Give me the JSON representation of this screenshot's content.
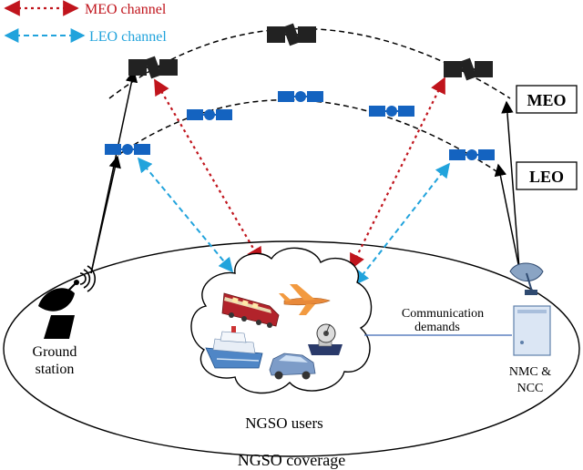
{
  "legend": {
    "meo_channel": "MEO channel",
    "leo_channel": "LEO channel"
  },
  "orbits": {
    "meo_label": "MEO",
    "leo_label": "LEO"
  },
  "ground": {
    "station_line1": "Ground",
    "station_line2": "station",
    "users_label": "NGSO users",
    "coverage_label": "NGSO coverage",
    "demands_line1": "Communication",
    "demands_line2": "demands",
    "nmc_line1": "NMC &",
    "nmc_line2": "NCC"
  },
  "colors": {
    "meo_link": "#c0141c",
    "leo_link": "#21a3dc",
    "leo_satellite": "#1463c0",
    "meo_satellite": "#222222",
    "uplink": "#000000",
    "demand_line": "#3c68b4"
  },
  "icons": {
    "satellite_meo": "satellite-icon",
    "satellite_leo": "satellite-icon",
    "ground_antenna": "antenna-icon",
    "train": "train-icon",
    "airplane": "airplane-icon",
    "ship": "ship-icon",
    "car": "car-icon",
    "terminal": "terminal-icon",
    "server": "server-icon",
    "dish": "dish-icon"
  }
}
